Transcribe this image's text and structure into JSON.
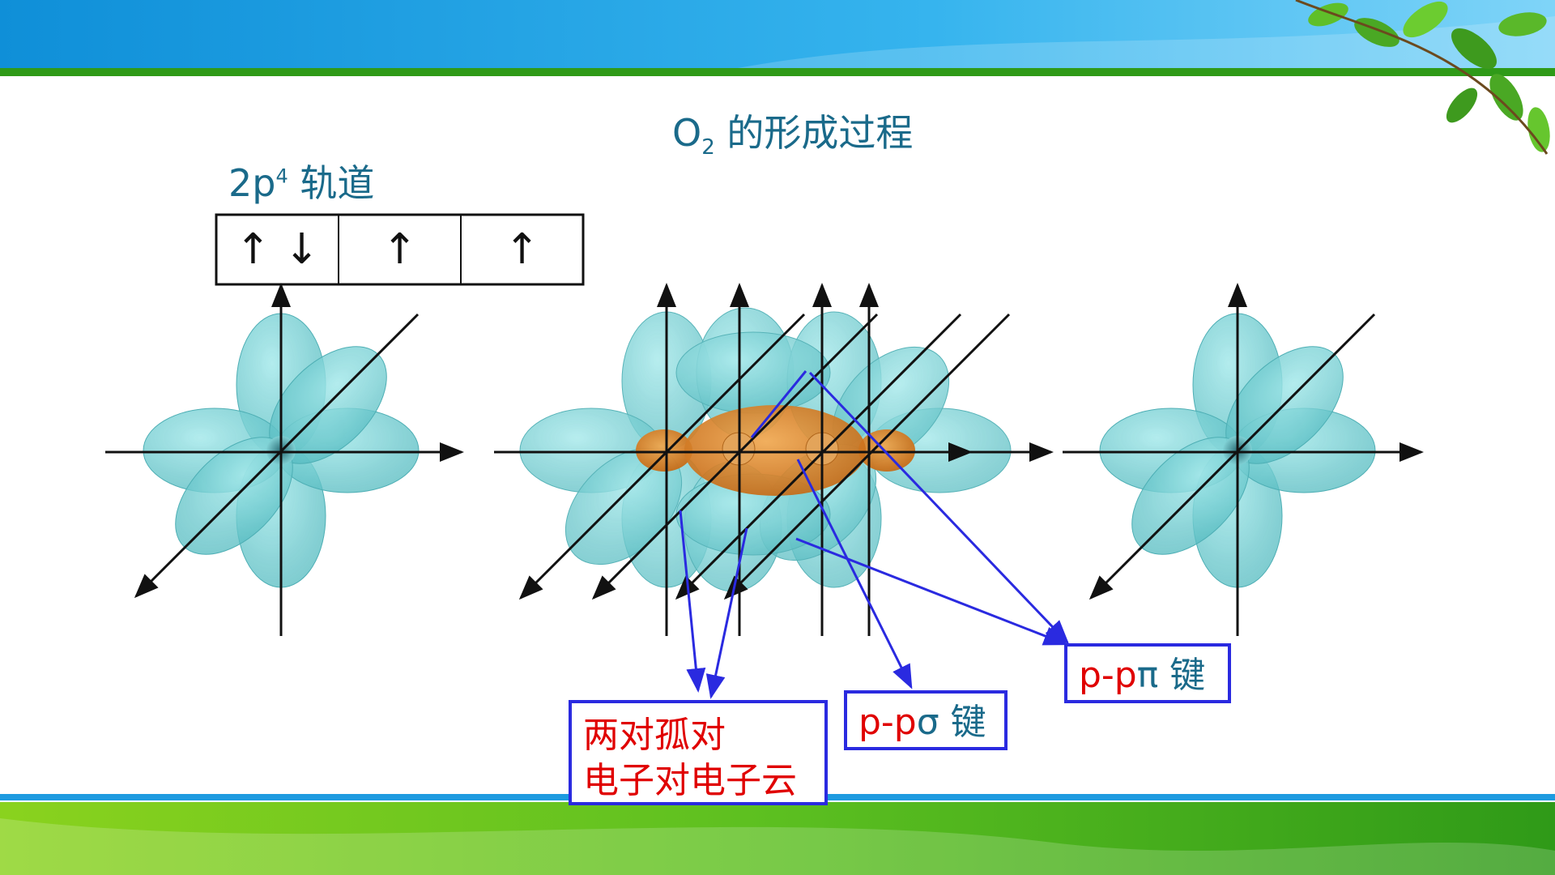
{
  "title": {
    "prefix": "O",
    "subscript": "2",
    "suffix": " 的形成过程"
  },
  "orbital_label": {
    "prefix": "2p",
    "superscript": "4",
    "suffix": " 轨道"
  },
  "orbital_boxes": [
    {
      "spins": "↑ ↓"
    },
    {
      "spins": "↑"
    },
    {
      "spins": "↑"
    }
  ],
  "labels": {
    "lone_pair": {
      "line1": "两对孤对",
      "line2": "电子对电子云"
    },
    "sigma": {
      "colored": "p-p",
      "symbol": "σ",
      "suffix": " 键"
    },
    "pi": {
      "colored": "p-p",
      "symbol": "π",
      "suffix": " 键"
    }
  },
  "colors": {
    "banner_blue": "#1e9be0",
    "banner_green": "#4caf1e",
    "lobe_cyan": "#5fc8cc",
    "overlap_orange": "#d97a1c",
    "label_red": "#e00000",
    "label_teal": "#1a6a8a",
    "arrow_blue": "#2a2ae0"
  }
}
